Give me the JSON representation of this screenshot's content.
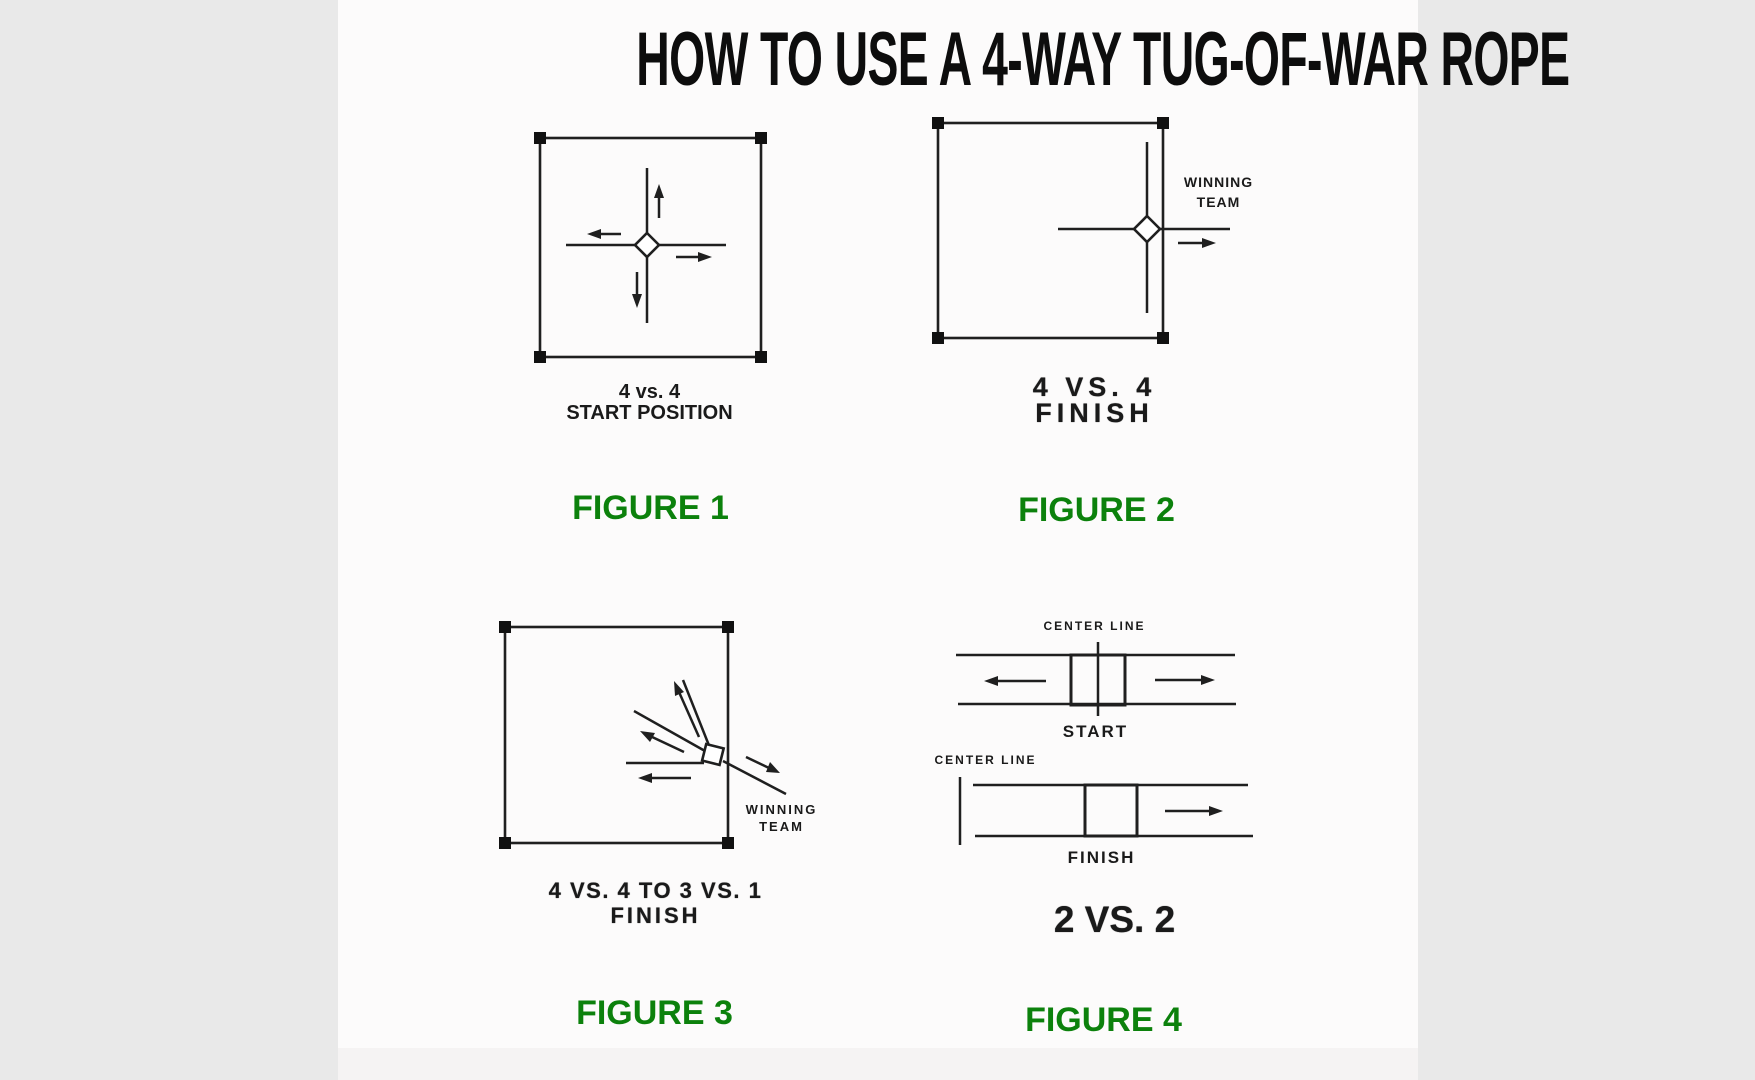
{
  "title": "HOW TO USE A 4-WAY TUG-OF-WAR ROPE",
  "colors": {
    "figure_label_green": "#0c810c",
    "ink": "#1a1a1a",
    "background": "#fcfbfb"
  },
  "figure1": {
    "label": "FIGURE 1",
    "caption_line1": "4 vs. 4",
    "caption_line2": "START POSITION"
  },
  "figure2": {
    "label": "FIGURE 2",
    "caption_line1": "4 VS. 4",
    "caption_line2": "FINISH",
    "annotation_line1": "WINNING",
    "annotation_line2": "TEAM"
  },
  "figure3": {
    "label": "FIGURE 3",
    "caption_line1": "4 VS. 4 TO 3 VS. 1",
    "caption_line2": "FINISH",
    "annotation_line1": "WINNING",
    "annotation_line2": "TEAM"
  },
  "figure4": {
    "label": "FIGURE 4",
    "center_line_top": "CENTER LINE",
    "start_label": "START",
    "center_line_bottom": "CENTER LINE",
    "finish_label": "FINISH",
    "caption": "2 VS. 2"
  }
}
